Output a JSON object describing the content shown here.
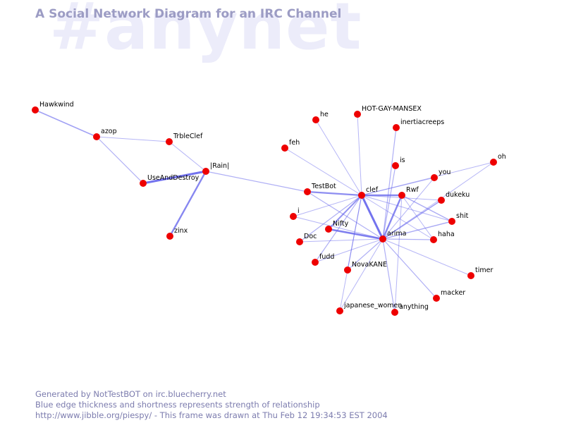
{
  "watermark": "#anynet",
  "title": "A Social Network Diagram for an IRC Channel",
  "footer": {
    "line1": "Generated by NotTestBOT on irc.bluecherry.net",
    "line2": "Blue edge thickness and shortness represents strength of relationship",
    "line3": "http://www.jibble.org/piespy/ - This frame was drawn at Thu Feb 12 19:34:53 EST 2004"
  },
  "colors": {
    "node": "#ee0000",
    "edge": "#6464ec",
    "title": "#9c9cc4",
    "watermark": "#ececfa",
    "footer": "#7c7cae"
  },
  "nodes": [
    {
      "id": "Hawkwind",
      "label": "Hawkwind"
    },
    {
      "id": "azop",
      "label": "azop"
    },
    {
      "id": "TrbleClef",
      "label": "TrbleClef"
    },
    {
      "id": "UseAndDestroy",
      "label": "UseAndDestroy"
    },
    {
      "id": "Rain",
      "label": "|Rain|"
    },
    {
      "id": "zinx",
      "label": "zinx"
    },
    {
      "id": "he",
      "label": "he"
    },
    {
      "id": "HOT-GAY-MANSEX",
      "label": "HOT-GAY-MANSEX"
    },
    {
      "id": "inertiacreeps",
      "label": "inertiacreeps"
    },
    {
      "id": "feh",
      "label": "feh"
    },
    {
      "id": "is",
      "label": "is"
    },
    {
      "id": "oh",
      "label": "oh"
    },
    {
      "id": "you",
      "label": "you"
    },
    {
      "id": "TestBot",
      "label": "TestBot"
    },
    {
      "id": "clef",
      "label": "clef"
    },
    {
      "id": "Rwf",
      "label": "Rwf"
    },
    {
      "id": "dukeku",
      "label": "dukeku"
    },
    {
      "id": "i",
      "label": "i"
    },
    {
      "id": "shit",
      "label": "shit"
    },
    {
      "id": "Nifty",
      "label": "Nifty"
    },
    {
      "id": "Doc",
      "label": "Doc"
    },
    {
      "id": "arima",
      "label": "arima"
    },
    {
      "id": "haha",
      "label": "haha"
    },
    {
      "id": "fudd",
      "label": "fudd"
    },
    {
      "id": "NovaKANE",
      "label": "NovaKANE"
    },
    {
      "id": "timer",
      "label": "timer"
    },
    {
      "id": "macker",
      "label": "macker"
    },
    {
      "id": "japanese_women",
      "label": "japanese_women"
    },
    {
      "id": "anything",
      "label": "anything"
    }
  ],
  "edges": [
    {
      "source": "Hawkwind",
      "target": "azop",
      "strength": 1.6
    },
    {
      "source": "azop",
      "target": "TrbleClef",
      "strength": 1.0
    },
    {
      "source": "azop",
      "target": "UseAndDestroy",
      "strength": 1.2
    },
    {
      "source": "TrbleClef",
      "target": "Rain",
      "strength": 1.0
    },
    {
      "source": "UseAndDestroy",
      "target": "Rain",
      "strength": 3.0
    },
    {
      "source": "Rain",
      "target": "zinx",
      "strength": 2.4
    },
    {
      "source": "Rain",
      "target": "TestBot",
      "strength": 1.2
    },
    {
      "source": "TestBot",
      "target": "clef",
      "strength": 2.2
    },
    {
      "source": "he",
      "target": "clef",
      "strength": 1.0
    },
    {
      "source": "HOT-GAY-MANSEX",
      "target": "clef",
      "strength": 1.0
    },
    {
      "source": "inertiacreeps",
      "target": "arima",
      "strength": 1.2
    },
    {
      "source": "feh",
      "target": "clef",
      "strength": 1.0
    },
    {
      "source": "is",
      "target": "arima",
      "strength": 1.2
    },
    {
      "source": "oh",
      "target": "clef",
      "strength": 1.0
    },
    {
      "source": "oh",
      "target": "arima",
      "strength": 1.0
    },
    {
      "source": "you",
      "target": "clef",
      "strength": 1.0
    },
    {
      "source": "you",
      "target": "arima",
      "strength": 1.0
    },
    {
      "source": "clef",
      "target": "Rwf",
      "strength": 2.4
    },
    {
      "source": "clef",
      "target": "arima",
      "strength": 3.0
    },
    {
      "source": "clef",
      "target": "dukeku",
      "strength": 1.0
    },
    {
      "source": "clef",
      "target": "shit",
      "strength": 1.0
    },
    {
      "source": "clef",
      "target": "haha",
      "strength": 1.0
    },
    {
      "source": "clef",
      "target": "Nifty",
      "strength": 2.0
    },
    {
      "source": "clef",
      "target": "i",
      "strength": 1.0
    },
    {
      "source": "clef",
      "target": "Doc",
      "strength": 1.2
    },
    {
      "source": "clef",
      "target": "fudd",
      "strength": 1.2
    },
    {
      "source": "clef",
      "target": "NovaKANE",
      "strength": 1.2
    },
    {
      "source": "clef",
      "target": "japanese_women",
      "strength": 1.0
    },
    {
      "source": "Rwf",
      "target": "arima",
      "strength": 2.4
    },
    {
      "source": "Rwf",
      "target": "shit",
      "strength": 1.4
    },
    {
      "source": "Rwf",
      "target": "haha",
      "strength": 1.0
    },
    {
      "source": "Rwf",
      "target": "anything",
      "strength": 1.0
    },
    {
      "source": "dukeku",
      "target": "arima",
      "strength": 1.6
    },
    {
      "source": "shit",
      "target": "arima",
      "strength": 1.4
    },
    {
      "source": "haha",
      "target": "arima",
      "strength": 1.2
    },
    {
      "source": "Nifty",
      "target": "arima",
      "strength": 2.6
    },
    {
      "source": "Doc",
      "target": "arima",
      "strength": 1.0
    },
    {
      "source": "fudd",
      "target": "arima",
      "strength": 1.0
    },
    {
      "source": "NovaKANE",
      "target": "arima",
      "strength": 1.2
    },
    {
      "source": "timer",
      "target": "arima",
      "strength": 1.0
    },
    {
      "source": "macker",
      "target": "arima",
      "strength": 1.2
    },
    {
      "source": "japanese_women",
      "target": "arima",
      "strength": 1.0
    },
    {
      "source": "anything",
      "target": "arima",
      "strength": 1.2
    },
    {
      "source": "i",
      "target": "arima",
      "strength": 1.0
    },
    {
      "source": "TestBot",
      "target": "arima",
      "strength": 1.2
    }
  ]
}
